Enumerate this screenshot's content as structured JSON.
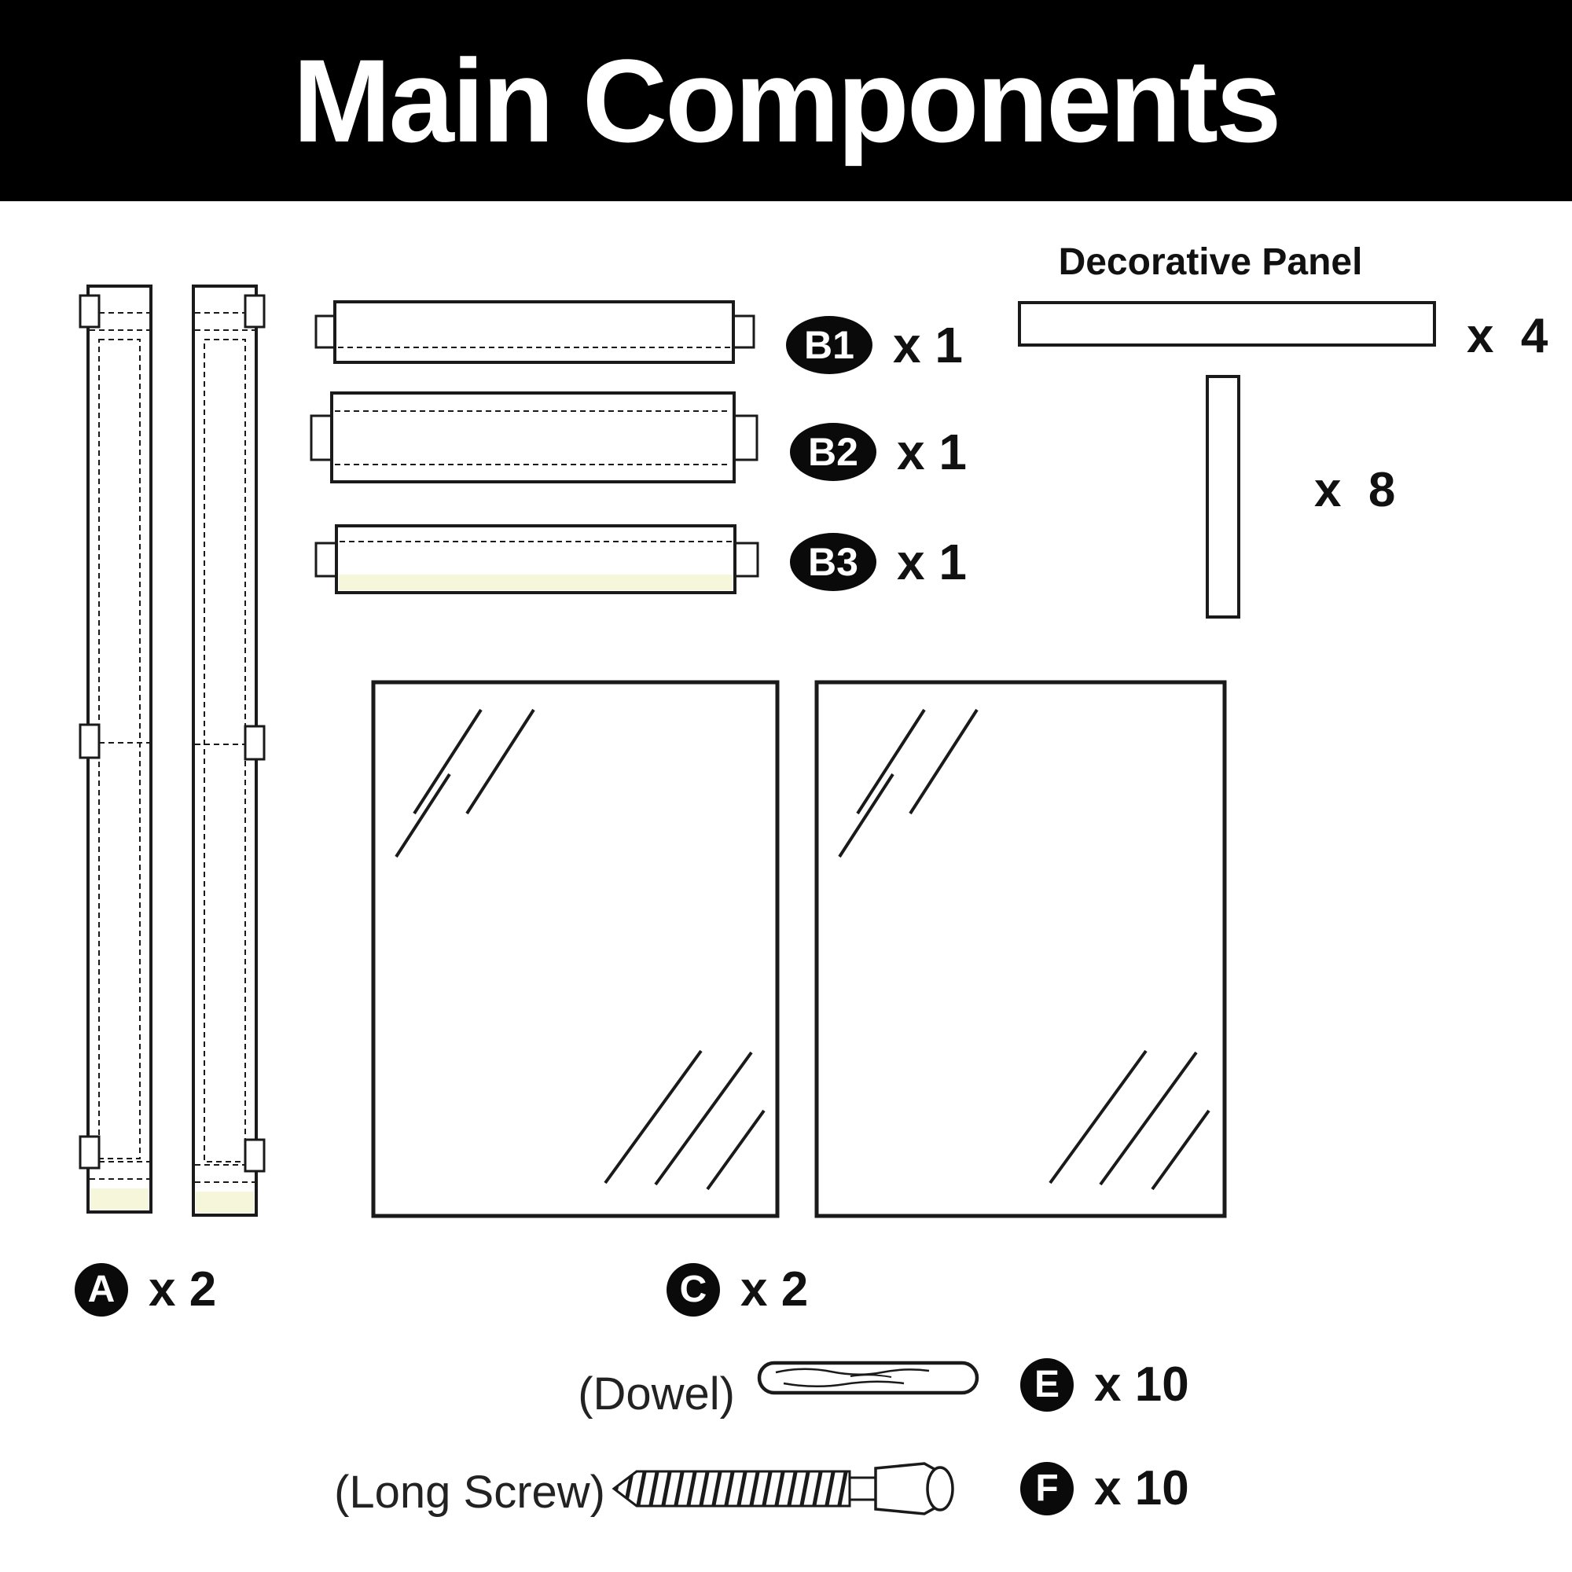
{
  "title": "Main Components",
  "colors": {
    "ink": "#1a1a1a",
    "cream": "#f6f6da",
    "badge": "#0a0a0a"
  },
  "parts": {
    "a": {
      "badge": "A",
      "count": "x 2"
    },
    "b1": {
      "badge": "B1",
      "count": "x 1"
    },
    "b2": {
      "badge": "B2",
      "count": "x 1"
    },
    "b3": {
      "badge": "B3",
      "count": "x 1"
    },
    "c": {
      "badge": "C",
      "count": "x 2"
    },
    "decorative_panel": {
      "label": "Decorative Panel",
      "horizontal_count": "x  4",
      "vertical_count": "x  8"
    },
    "dowel": {
      "label": "(Dowel)",
      "badge": "E",
      "count": "x 10"
    },
    "long_screw": {
      "label": "(Long Screw)",
      "badge": "F",
      "count": "x 10"
    }
  }
}
